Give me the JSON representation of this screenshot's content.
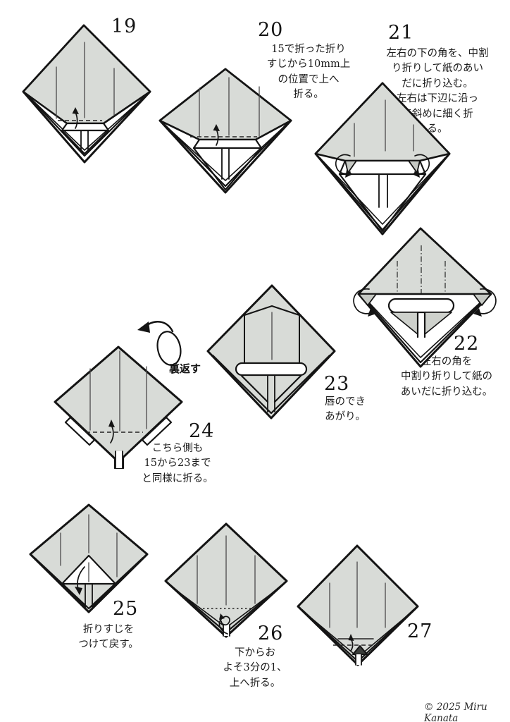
{
  "page": {
    "background": "#ffffff",
    "flip_label": "裏返す",
    "copyright": "© 2025 Miru Kanata"
  },
  "colors": {
    "paper": "#d8dbd7",
    "ink": "#141414"
  },
  "steps": {
    "s19": {
      "number": "19"
    },
    "s20": {
      "number": "20",
      "text": "15で折った折り\nすじから10mm上\nの位置で上へ\n折る。"
    },
    "s21": {
      "number": "21",
      "text": "左右の下の角を、中割\nり折りして紙のあい\nだに折り込む。\n左右は下辺に沿っ\nて斜めに細く折\nる。"
    },
    "s22": {
      "number": "22",
      "text": "左右の角を\n中割り折りして紙の\nあいだに折り込む。"
    },
    "s23": {
      "number": "23",
      "text": "唇のでき\nあがり。"
    },
    "s24": {
      "number": "24",
      "text": "こちら側も\n15から23まで\nと同様に折る。"
    },
    "s25": {
      "number": "25",
      "text": "折りすじを\nつけて戻す。"
    },
    "s26": {
      "number": "26",
      "text": "下からお\nよそ3分の1、\n上へ折る。"
    },
    "s27": {
      "number": "27"
    }
  }
}
